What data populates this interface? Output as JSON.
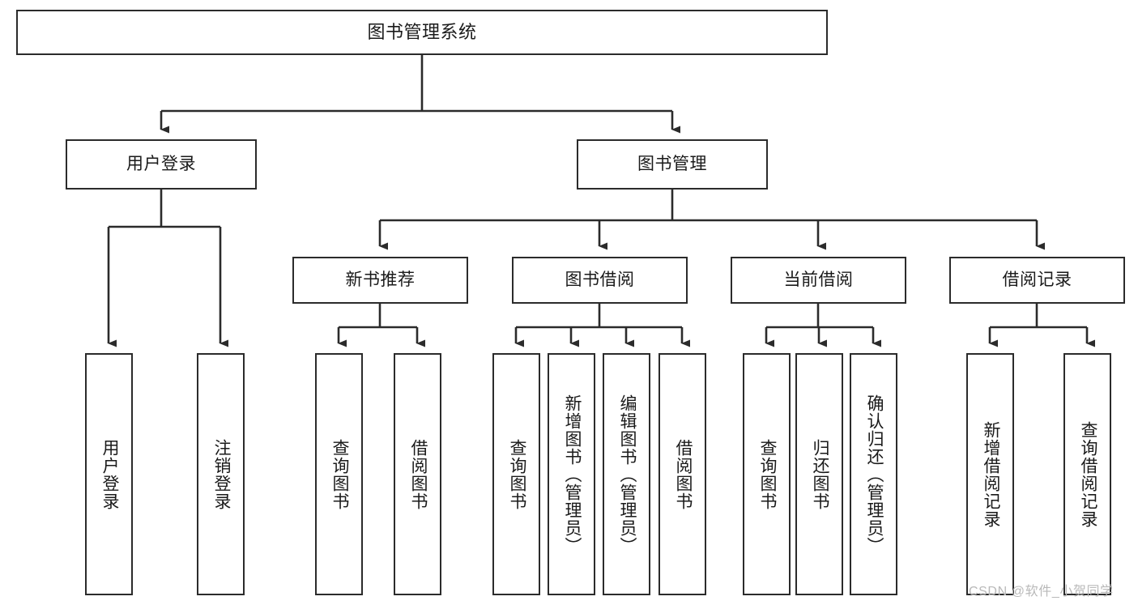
{
  "diagram": {
    "type": "tree-hierarchy",
    "title": "图书管理系统",
    "watermark": "CSDN @软件_小贺同学",
    "colors": {
      "box_border": "#2b2b2b",
      "box_fill": "#ffffff",
      "connector": "#2b2b2b",
      "text": "#1a1a1a",
      "watermark": "#b9b9b9",
      "background": "#ffffff"
    },
    "nodes": {
      "root": {
        "label": "图书管理系统"
      },
      "level2": [
        {
          "id": "user-login",
          "label": "用户登录"
        },
        {
          "id": "book-manage",
          "label": "图书管理"
        }
      ],
      "level3": [
        {
          "id": "new-book-recommend",
          "label": "新书推荐"
        },
        {
          "id": "book-borrow",
          "label": "图书借阅"
        },
        {
          "id": "current-borrow",
          "label": "当前借阅"
        },
        {
          "id": "borrow-record",
          "label": "借阅记录"
        }
      ],
      "leaves": [
        {
          "id": "leaf-user-login",
          "label": "用户登录",
          "parent": "user-login"
        },
        {
          "id": "leaf-user-logout",
          "label": "注销登录",
          "parent": "user-login"
        },
        {
          "id": "leaf-query-book-1",
          "label": "查询图书",
          "parent": "new-book-recommend"
        },
        {
          "id": "leaf-borrow-book-1",
          "label": "借阅图书",
          "parent": "new-book-recommend"
        },
        {
          "id": "leaf-query-book-2",
          "label": "查询图书",
          "parent": "book-borrow"
        },
        {
          "id": "leaf-add-book",
          "label": "新增图书（管理员）",
          "parent": "book-borrow"
        },
        {
          "id": "leaf-edit-book",
          "label": "编辑图书（管理员）",
          "parent": "book-borrow"
        },
        {
          "id": "leaf-borrow-book-2",
          "label": "借阅图书",
          "parent": "book-borrow"
        },
        {
          "id": "leaf-query-book-3",
          "label": "查询图书",
          "parent": "current-borrow"
        },
        {
          "id": "leaf-return-book",
          "label": "归还图书",
          "parent": "current-borrow"
        },
        {
          "id": "leaf-confirm-return",
          "label": "确认归还（管理员）",
          "parent": "current-borrow"
        },
        {
          "id": "leaf-add-record",
          "label": "新增借阅记录",
          "parent": "borrow-record"
        },
        {
          "id": "leaf-query-record",
          "label": "查询借阅记录",
          "parent": "borrow-record"
        }
      ]
    }
  }
}
